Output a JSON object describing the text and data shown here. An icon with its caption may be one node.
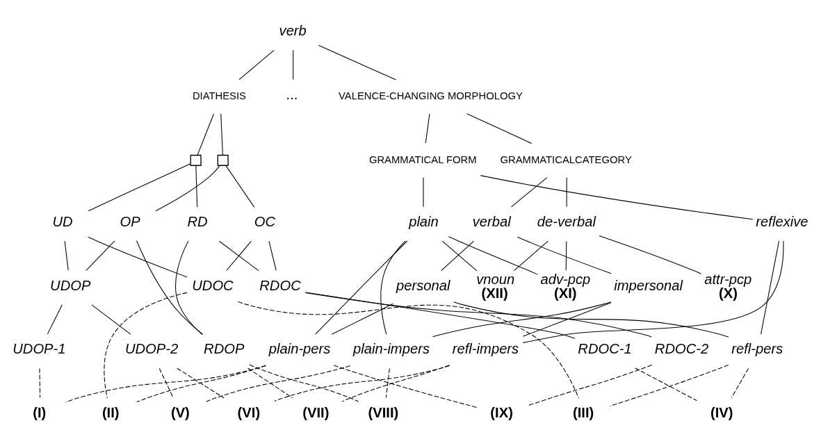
{
  "diagram": {
    "nodes": [
      {
        "text": [
          "verb"
        ]
      },
      {
        "text": [
          "DIATHESIS"
        ]
      },
      {
        "text": [
          "..."
        ]
      },
      {
        "text": [
          "VALENCE-CHANGING MORPHOLOGY"
        ]
      },
      {
        "text": [],
        "shape": "box"
      },
      {
        "text": [],
        "shape": "box"
      },
      {
        "text": [
          "GRAMMATICAL FORM"
        ]
      },
      {
        "text": [
          "GRAMMATICALCATEGORY"
        ]
      },
      {
        "text": [
          "UD"
        ]
      },
      {
        "text": [
          "RD"
        ]
      },
      {
        "text": [
          "OP"
        ]
      },
      {
        "text": [
          "OC"
        ]
      },
      {
        "text": [
          "plain"
        ]
      },
      {
        "text": [
          "reflexive"
        ]
      },
      {
        "text": [
          "verbal"
        ]
      },
      {
        "text": [
          "de-verbal"
        ]
      },
      {
        "text": [
          "UDOP"
        ]
      },
      {
        "text": [
          "RDOC"
        ]
      },
      {
        "text": [
          "personal"
        ]
      },
      {
        "text": [
          "impersonal"
        ]
      },
      {
        "text": [
          "UDOP-2"
        ]
      },
      {
        "text": [
          "RDOP"
        ]
      },
      {
        "text": [
          "UDOC"
        ]
      },
      {
        "text": [
          "RDOC-2"
        ]
      },
      {
        "text": [
          "plain-pers"
        ]
      },
      {
        "text": [
          "plain-impers"
        ]
      },
      {
        "text": [
          "refl-pers"
        ]
      },
      {
        "text": [
          "refl-impers"
        ]
      },
      {
        "text": [
          "UDOP-1"
        ]
      },
      {
        "text": [
          "RDOC-1"
        ]
      },
      {
        "text": [
          "vnoun"
        ],
        "beside": [
          "(XII)"
        ]
      },
      {
        "text": [
          "adv-pcp"
        ],
        "beside": [
          "(XI)"
        ]
      },
      {
        "text": [
          "attr-pcp"
        ],
        "beside": [
          "(X)"
        ]
      },
      {
        "text": [
          "(I)"
        ]
      },
      {
        "text": [
          "(II)"
        ]
      },
      {
        "text": [
          "(III)"
        ]
      },
      {
        "text": [
          "(IV)"
        ]
      },
      {
        "text": [
          "(V)"
        ]
      },
      {
        "text": [
          "(VI)"
        ]
      },
      {
        "text": [
          "(VII)"
        ]
      },
      {
        "text": [
          "(VIII)"
        ]
      },
      {
        "text": [
          "(IX)"
        ]
      }
    ],
    "edges": [
      {
        "from": 0,
        "to": 1,
        "arrow": "none"
      },
      {
        "from": 0,
        "to": 2,
        "arrow": "none"
      },
      {
        "from": 0,
        "to": 3,
        "arrow": "none"
      },
      {
        "from": 1,
        "to": 4,
        "arrow": "none"
      },
      {
        "from": 1,
        "to": 5,
        "arrow": "none"
      },
      {
        "from": 3,
        "to": 6,
        "arrow": "none"
      },
      {
        "from": 3,
        "to": 7,
        "arrow": "none"
      },
      {
        "from": 4,
        "to": 8,
        "arrow": "none"
      },
      {
        "from": 4,
        "to": 9,
        "arrow": "none"
      },
      {
        "from": 5,
        "to": 10,
        "arrow": "none"
      },
      {
        "from": 5,
        "to": 11,
        "arrow": "none"
      },
      {
        "from": 6,
        "to": 12,
        "arrow": "none"
      },
      {
        "from": 6,
        "to": 13,
        "arrow": "none"
      },
      {
        "from": 7,
        "to": 14,
        "arrow": "none"
      },
      {
        "from": 7,
        "to": 15,
        "arrow": "none"
      },
      {
        "from": 8,
        "to": 16,
        "arrow": "none"
      },
      {
        "from": 8,
        "to": 22,
        "arrow": "none"
      },
      {
        "from": 9,
        "to": 21,
        "arrow": "none"
      },
      {
        "from": 9,
        "to": 17,
        "arrow": "none"
      },
      {
        "from": 10,
        "to": 16,
        "arrow": "none"
      },
      {
        "from": 10,
        "to": 21,
        "arrow": "none"
      },
      {
        "from": 11,
        "to": 22,
        "arrow": "none"
      },
      {
        "from": 11,
        "to": 17,
        "arrow": "none"
      },
      {
        "from": 16,
        "to": 28,
        "arrow": "none"
      },
      {
        "from": 16,
        "to": 20,
        "arrow": "none"
      },
      {
        "from": 17,
        "to": 29,
        "arrow": "none"
      },
      {
        "from": 17,
        "to": 23,
        "arrow": "none"
      },
      {
        "from": 14,
        "to": 18,
        "arrow": "none"
      },
      {
        "from": 14,
        "to": 19,
        "arrow": "none"
      },
      {
        "from": 12,
        "to": 24,
        "arrow": "none"
      },
      {
        "from": 12,
        "to": 25,
        "arrow": "none"
      },
      {
        "from": 12,
        "to": 30,
        "arrow": "none"
      },
      {
        "from": 12,
        "to": 31,
        "arrow": "none"
      },
      {
        "from": 13,
        "to": 26,
        "arrow": "none"
      },
      {
        "from": 13,
        "to": 27,
        "arrow": "none"
      },
      {
        "from": 18,
        "to": 24,
        "arrow": "none"
      },
      {
        "from": 18,
        "to": 26,
        "arrow": "none"
      },
      {
        "from": 19,
        "to": 25,
        "arrow": "none"
      },
      {
        "from": 19,
        "to": 27,
        "arrow": "none"
      },
      {
        "from": 15,
        "to": 30,
        "arrow": "none"
      },
      {
        "from": 15,
        "to": 31,
        "arrow": "none"
      },
      {
        "from": 15,
        "to": 32,
        "arrow": "none"
      },
      {
        "from": 28,
        "to": 33,
        "arrow": "none",
        "style": "dashed"
      },
      {
        "from": 22,
        "to": 34,
        "arrow": "none",
        "style": "dashed"
      },
      {
        "from": 22,
        "to": 35,
        "arrow": "none",
        "style": "dashed"
      },
      {
        "from": 29,
        "to": 36,
        "arrow": "none",
        "style": "dashed"
      },
      {
        "from": 20,
        "to": 37,
        "arrow": "none",
        "style": "dashed"
      },
      {
        "from": 20,
        "to": 38,
        "arrow": "none",
        "style": "dashed"
      },
      {
        "from": 21,
        "to": 39,
        "arrow": "none",
        "style": "dashed"
      },
      {
        "from": 21,
        "to": 40,
        "arrow": "none",
        "style": "dashed"
      },
      {
        "from": 23,
        "to": 41,
        "arrow": "none",
        "style": "dashed"
      },
      {
        "from": 24,
        "to": 33,
        "arrow": "none",
        "style": "dashed"
      },
      {
        "from": 24,
        "to": 34,
        "arrow": "none",
        "style": "dashed"
      },
      {
        "from": 24,
        "to": 41,
        "arrow": "none",
        "style": "dashed"
      },
      {
        "from": 26,
        "to": 35,
        "arrow": "none",
        "style": "dashed"
      },
      {
        "from": 26,
        "to": 36,
        "arrow": "none",
        "style": "dashed"
      },
      {
        "from": 25,
        "to": 37,
        "arrow": "none",
        "style": "dashed"
      },
      {
        "from": 27,
        "to": 38,
        "arrow": "none",
        "style": "dashed"
      },
      {
        "from": 27,
        "to": 39,
        "arrow": "none",
        "style": "dashed"
      },
      {
        "from": 25,
        "to": 40,
        "arrow": "none",
        "style": "dashed"
      }
    ]
  }
}
